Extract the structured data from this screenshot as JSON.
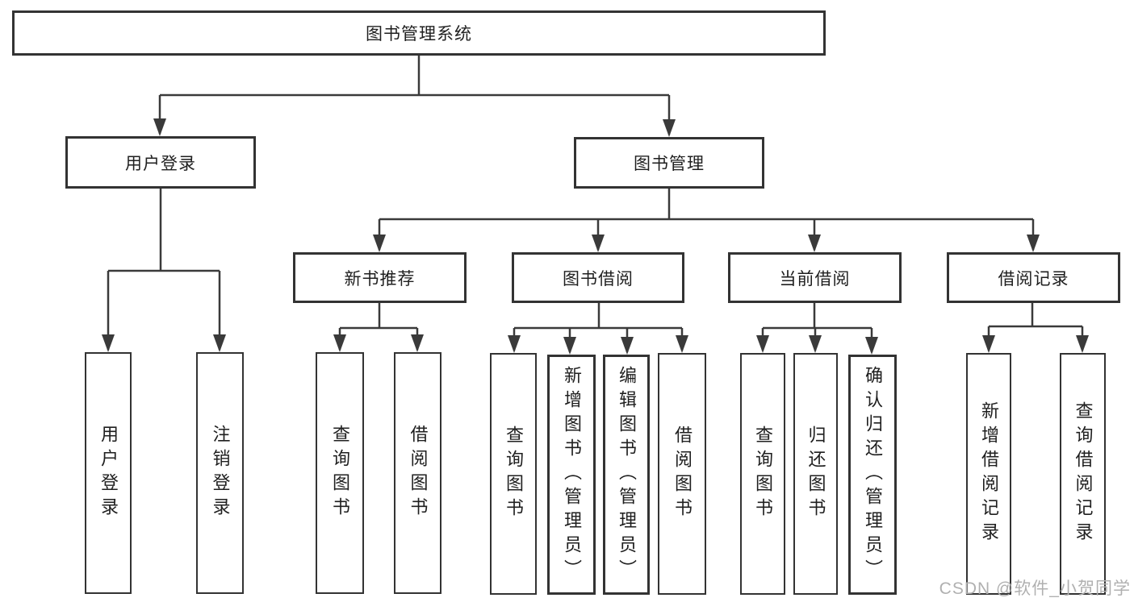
{
  "tree": {
    "label": "图书管理系统",
    "children": [
      {
        "label": "用户登录",
        "children": [
          {
            "label": "用户登录"
          },
          {
            "label": "注销登录"
          }
        ]
      },
      {
        "label": "图书管理",
        "children": [
          {
            "label": "新书推荐",
            "children": [
              {
                "label": "查询图书"
              },
              {
                "label": "借阅图书"
              }
            ]
          },
          {
            "label": "图书借阅",
            "children": [
              {
                "label": "查询图书"
              },
              {
                "label": "新增图书（管理员）"
              },
              {
                "label": "编辑图书（管理员）"
              },
              {
                "label": "借阅图书"
              }
            ]
          },
          {
            "label": "当前借阅",
            "children": [
              {
                "label": "查询图书"
              },
              {
                "label": "归还图书"
              },
              {
                "label": "确认归还（管理员）"
              }
            ]
          },
          {
            "label": "借阅记录",
            "children": [
              {
                "label": "新增借阅记录"
              },
              {
                "label": "查询借阅记录"
              }
            ]
          }
        ]
      }
    ]
  },
  "watermark": {
    "text": "CSDN @软件_小贺同学"
  },
  "colors": {
    "line": "#3a3a3a",
    "border": "#333333",
    "text": "#1f1f1f",
    "watermark": "#b0b0b0",
    "background": "#ffffff"
  }
}
